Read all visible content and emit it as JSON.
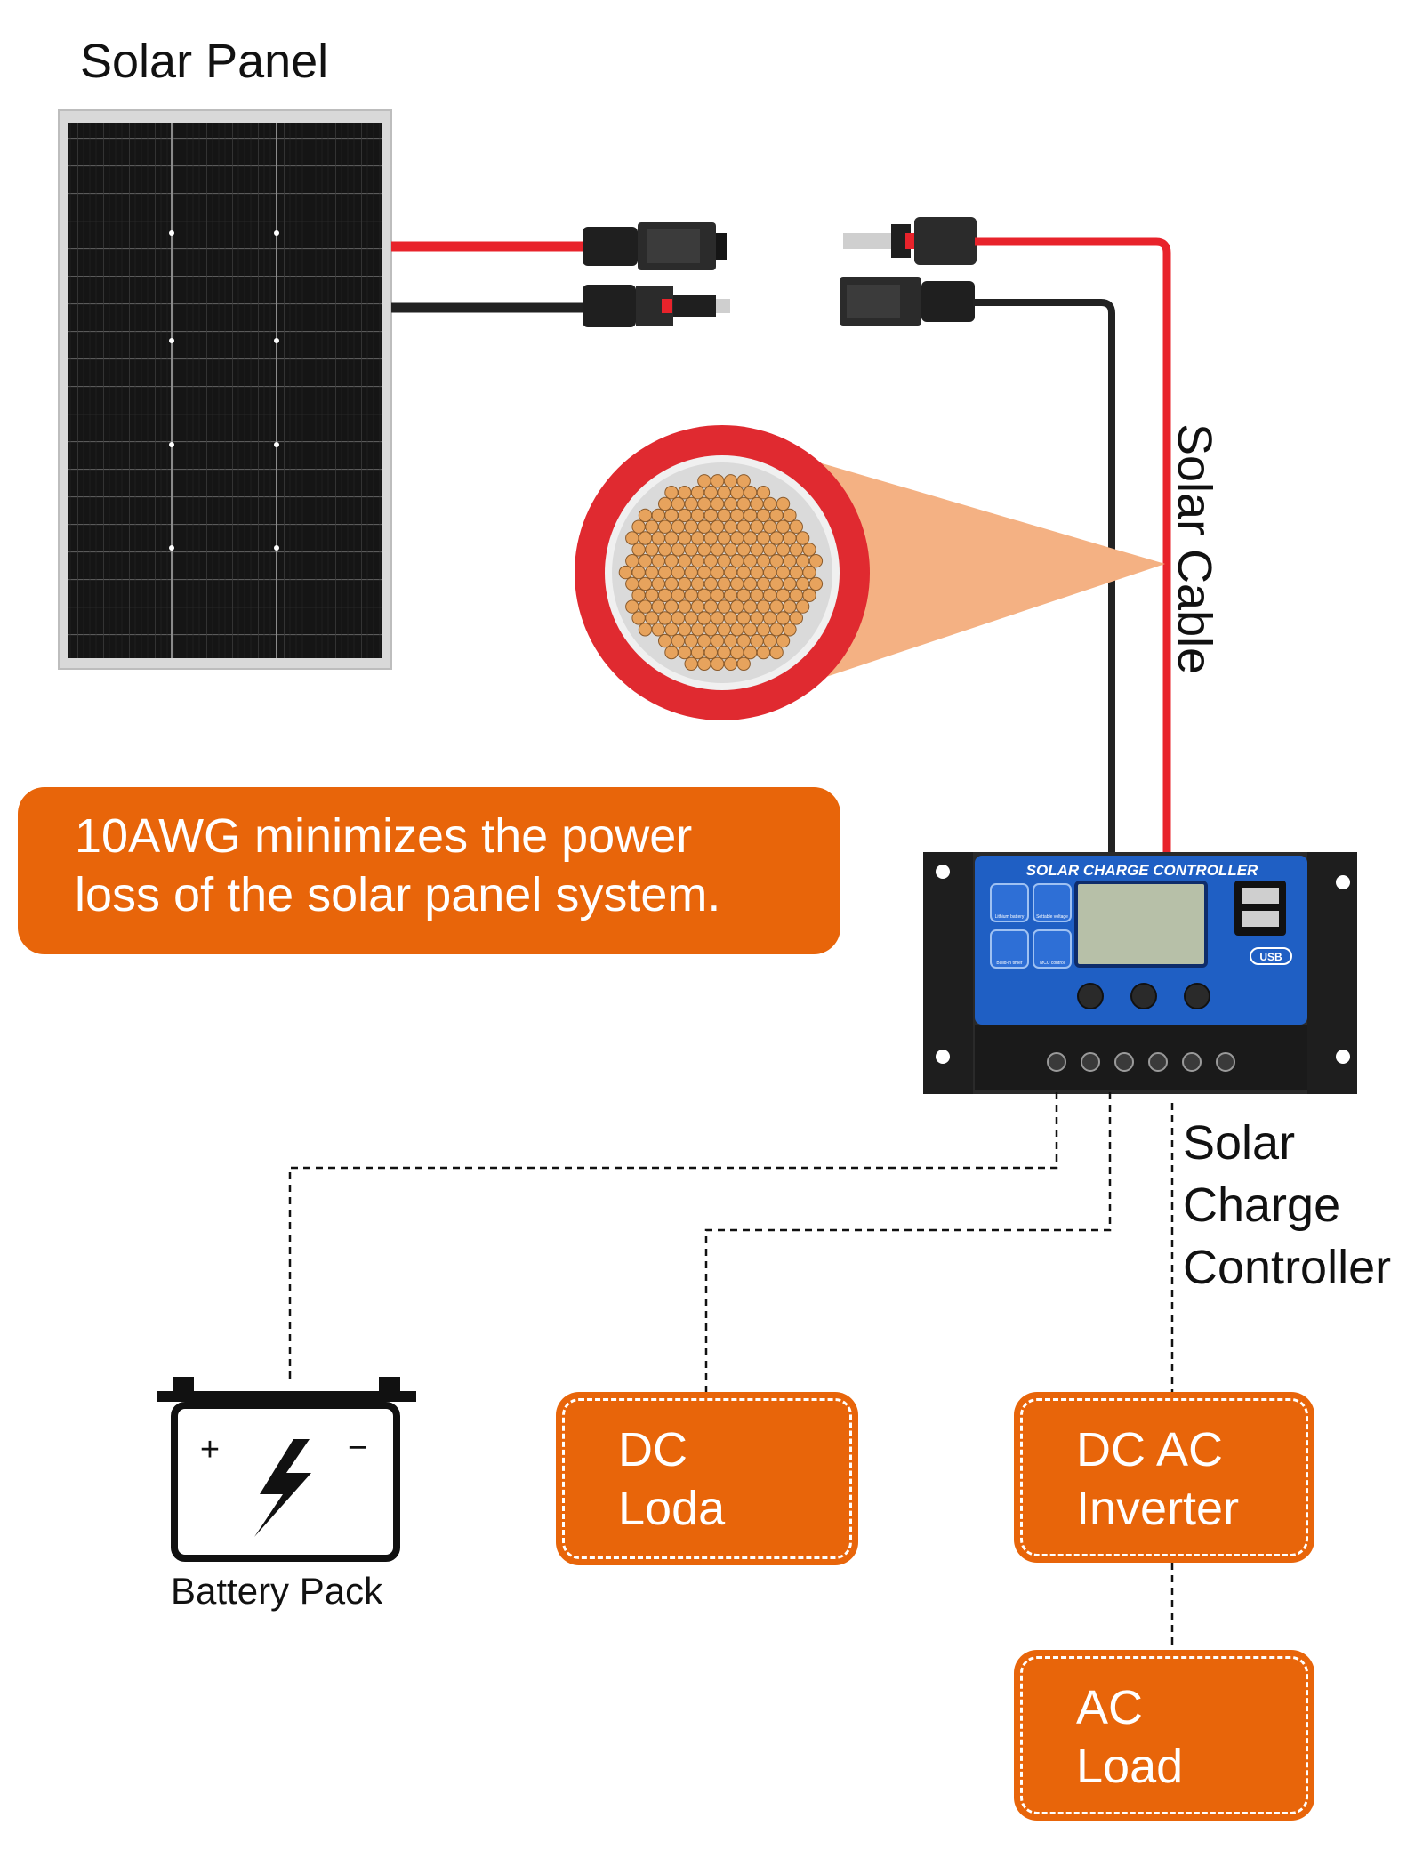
{
  "labels": {
    "solar_panel": "Solar Panel",
    "solar_cable": "Solar Cable",
    "controller_label_lines": [
      "Solar",
      "Charge",
      "Controller"
    ],
    "battery_pack": "Battery Pack"
  },
  "callout": {
    "lines": [
      "10AWG minimizes the power",
      "loss of the solar panel system."
    ]
  },
  "controller": {
    "header": "SOLAR CHARGE CONTROLLER",
    "features": [
      {
        "label": "Lithium battery",
        "icon": "battery-car-icon"
      },
      {
        "label": "Settable voltage",
        "icon": "gear-icon"
      },
      {
        "label": "Build-in timer",
        "icon": "clock-icon"
      },
      {
        "label": "MCU control",
        "icon": "chip-icon"
      }
    ],
    "usb_label": "USB"
  },
  "boxes": {
    "dc_load": [
      "DC",
      "Loda"
    ],
    "inverter": [
      "DC AC",
      "Inverter"
    ],
    "ac_load": [
      "AC",
      "Load"
    ]
  },
  "colors": {
    "accent_orange": "#e8650a",
    "cable_red": "#e8232b",
    "cable_black": "#1a1a1a",
    "controller_blue": "#1f5fc4",
    "copper": "#e7a35d"
  }
}
